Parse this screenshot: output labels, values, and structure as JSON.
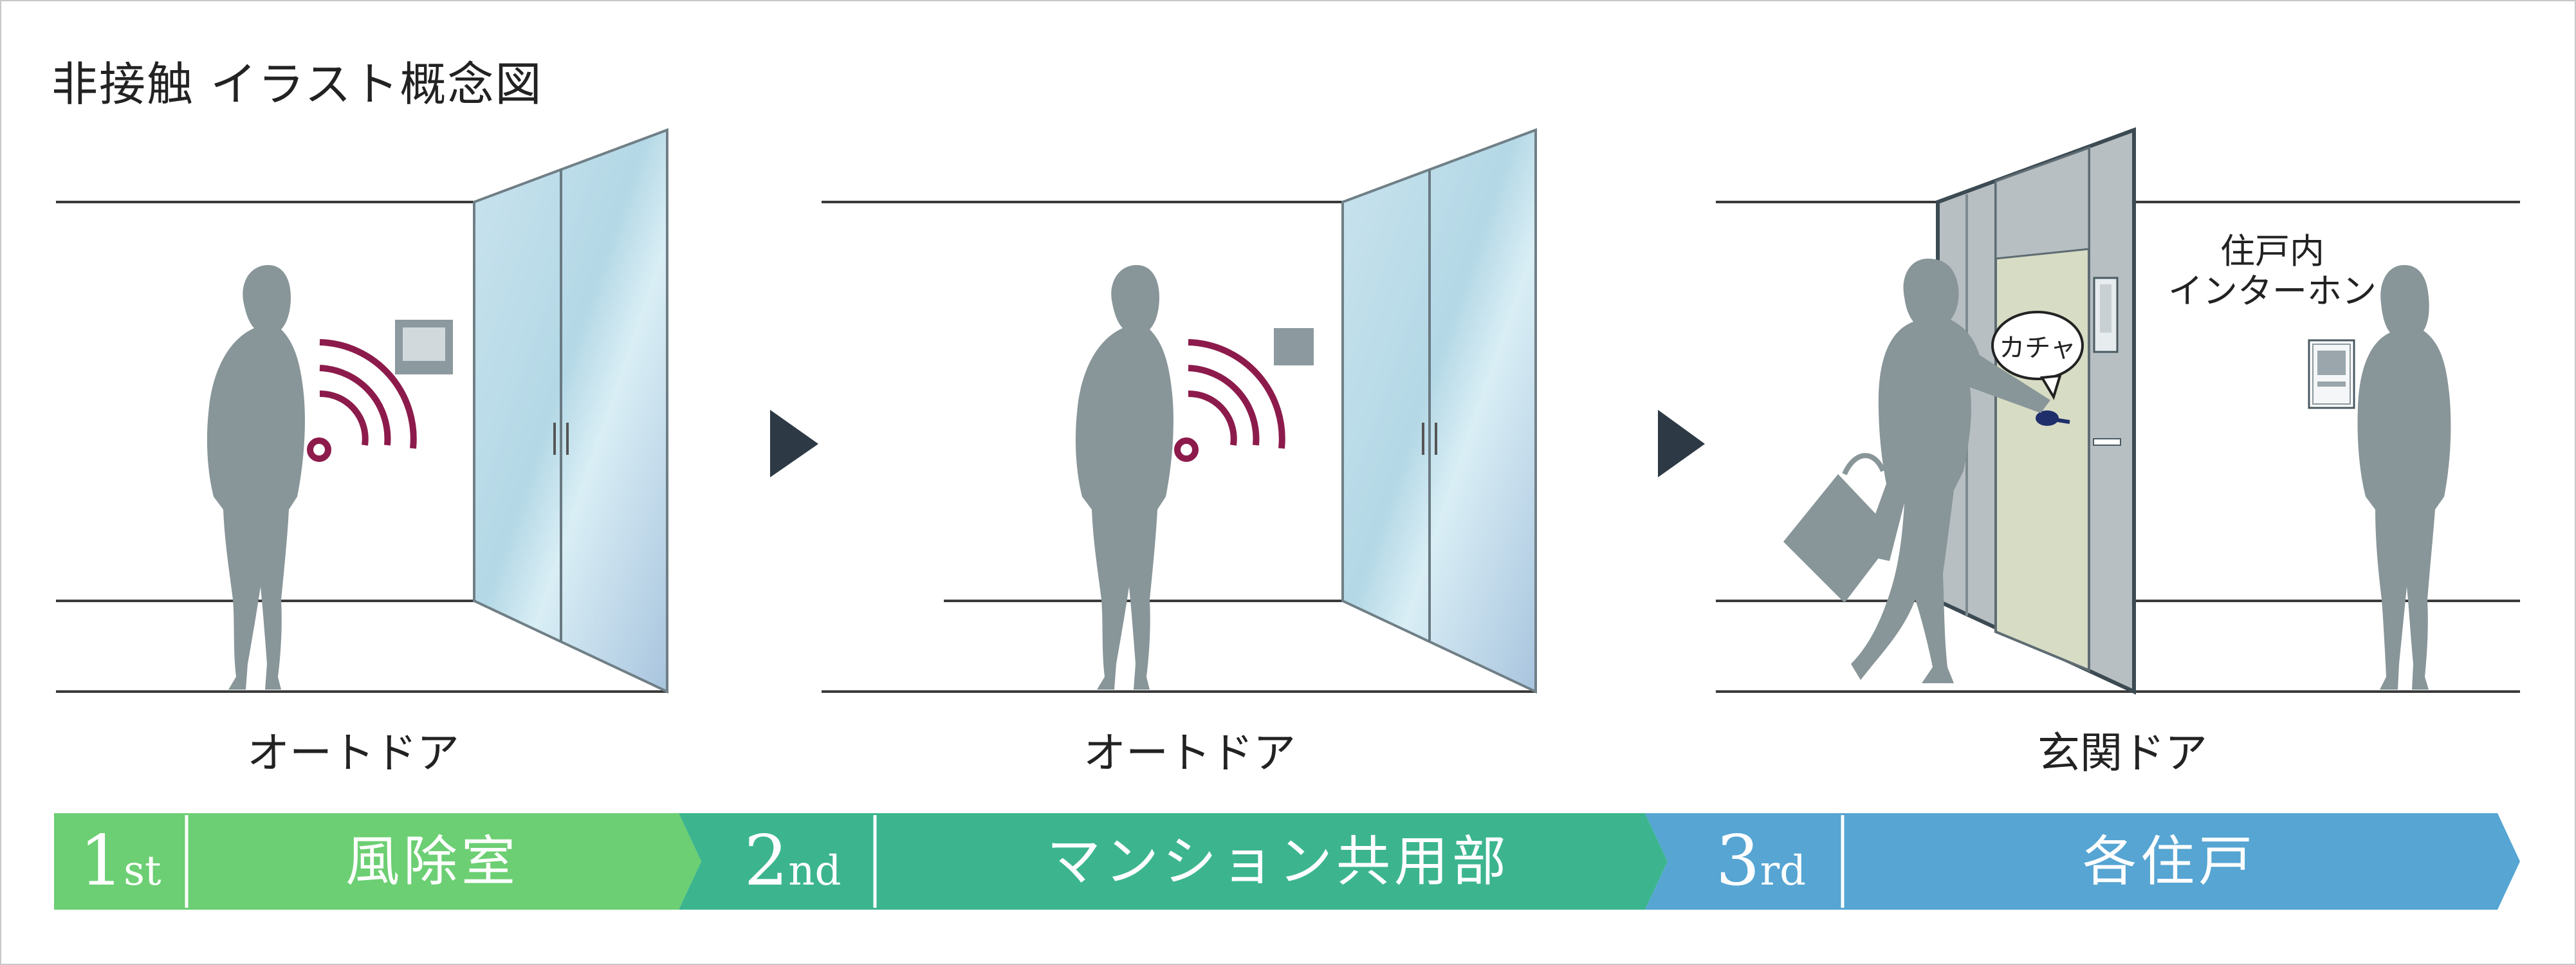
{
  "title": "非接触 イラスト概念図",
  "door_labels": [
    "オートドア",
    "オートドア",
    "玄関ドア"
  ],
  "intercom_label_line1": "住戸内",
  "intercom_label_line2": "インターホン",
  "bubble": "カチャ",
  "steps": [
    {
      "number": "1",
      "suffix": "st",
      "label": "風除室",
      "color": "#6ccf73"
    },
    {
      "number": "2",
      "suffix": "nd",
      "label": "マンション共用部",
      "color": "#3cb58f"
    },
    {
      "number": "3",
      "suffix": "rd",
      "label": "各住戸",
      "color": "#56a5d3"
    }
  ]
}
